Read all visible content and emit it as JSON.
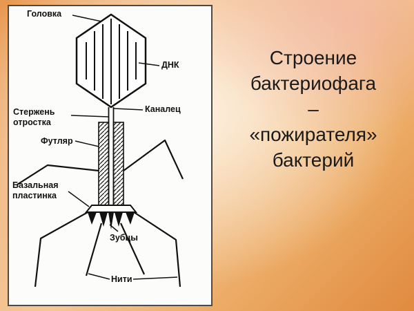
{
  "title": {
    "text": "Строение\nбактериофага\n–\n«пожирателя»\nбактерий"
  },
  "diagram": {
    "description": "Схема строения бактериофага",
    "labels": {
      "head": "Головка",
      "dna": "ДНК",
      "rod": "Стержень\nотростка",
      "channel": "Каналец",
      "sheath": "Футляр",
      "base_plate": "Базальная\nпластинка",
      "spikes": "Зубцы",
      "fibers": "Нити"
    }
  },
  "colors": {
    "ink": "#111111",
    "panel_bg": "#fcfcfa",
    "bg_orange": "#e8974e",
    "bg_cream": "#fdf2e3",
    "bg_pink": "#f2b2a8"
  }
}
